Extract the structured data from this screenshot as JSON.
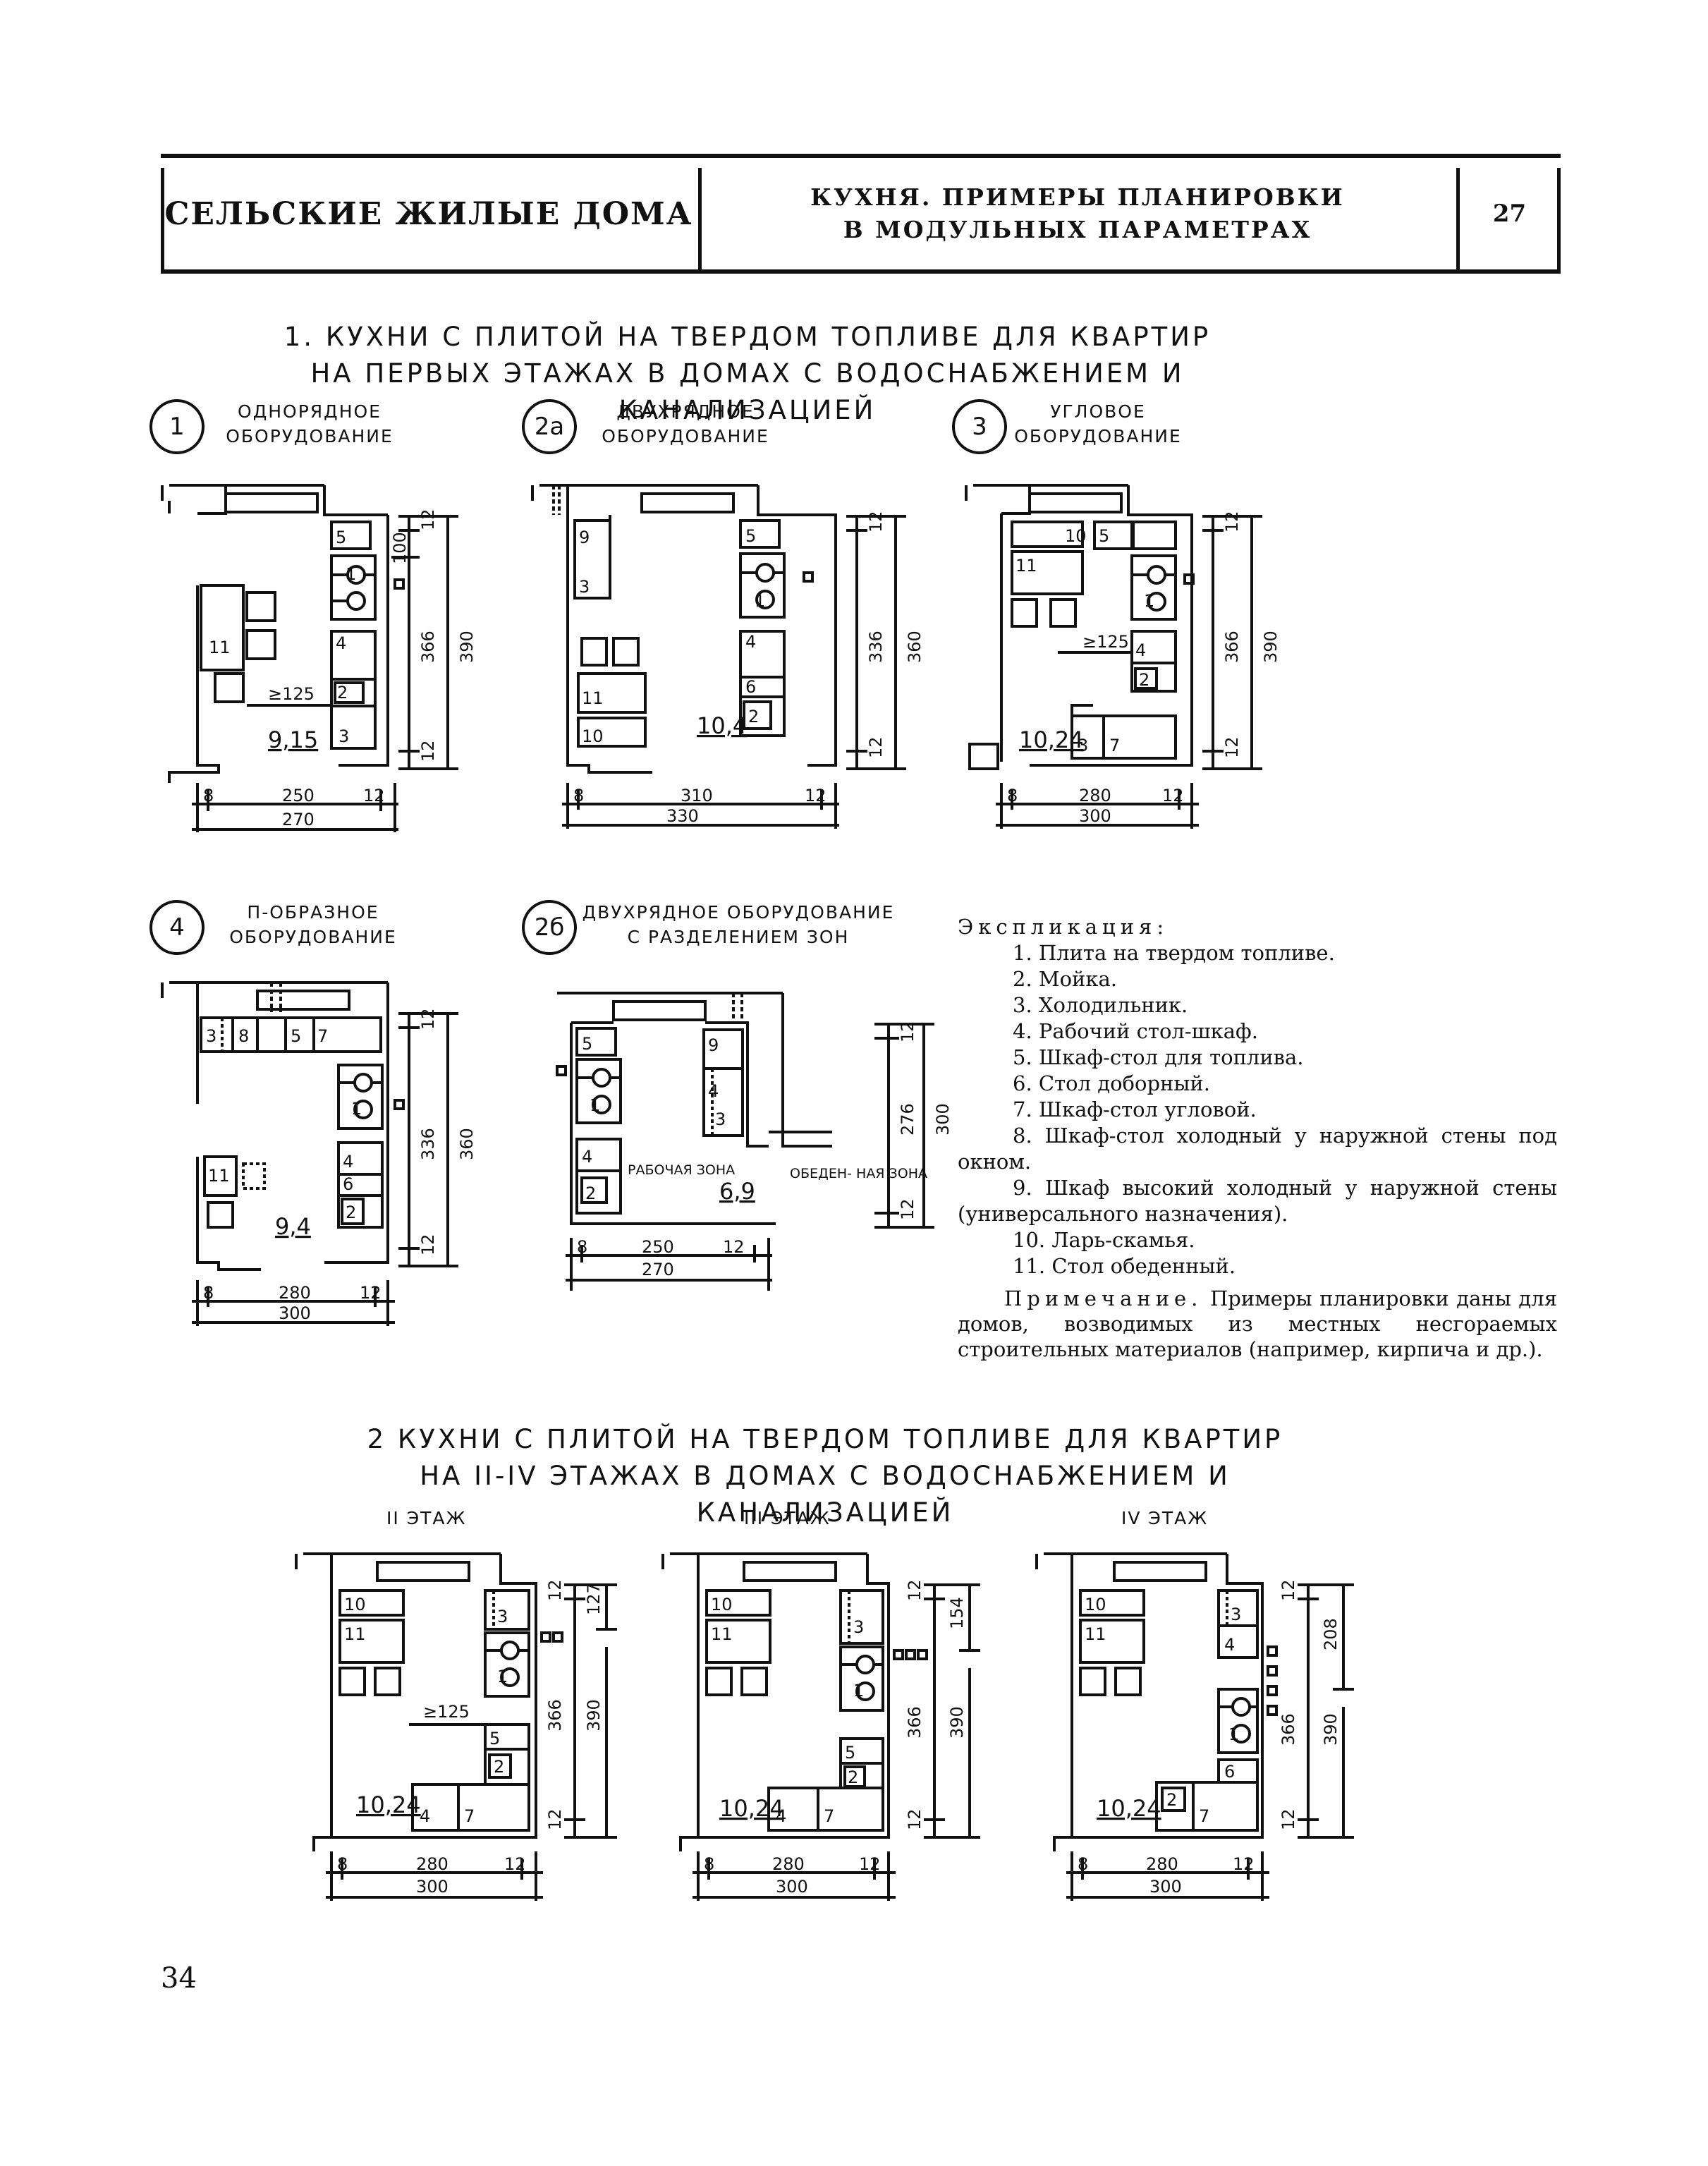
{
  "header": {
    "left": "СЕЛЬСКИЕ ЖИЛЫЕ ДОМА",
    "center_line1": "КУХНЯ. ПРИМЕРЫ ПЛАНИРОВКИ",
    "center_line2": "В МОДУЛЬНЫХ ПАРАМЕТРАХ",
    "right": "27"
  },
  "section1": {
    "line1": "1. КУХНИ С ПЛИТОЙ НА ТВЕРДОМ ТОПЛИВЕ ДЛЯ КВАРТИР",
    "line2": "НА ПЕРВЫХ ЭТАЖАХ В ДОМАХ С ВОДОСНАБЖЕНИЕМ И КАНАЛИЗАЦИЕЙ"
  },
  "variants": [
    {
      "num": "1",
      "cap1": "ОДНОРЯДНОЕ",
      "cap2": "ОБОРУДОВАНИЕ",
      "area": "9,15",
      "w1": "8",
      "w2": "250",
      "w3": "12",
      "w4": "270",
      "h1": "12",
      "h2": "366",
      "h3": "12",
      "h4": "390",
      "h5": "100"
    },
    {
      "num": "2а",
      "cap1": "ДВУХРЯДНОЕ",
      "cap2": "ОБОРУДОВАНИЕ",
      "area": "10,4",
      "w1": "8",
      "w2": "310",
      "w3": "12",
      "w4": "330",
      "h1": "12",
      "h2": "336",
      "h3": "12",
      "h4": "360"
    },
    {
      "num": "3",
      "cap1": "УГЛОВОЕ",
      "cap2": "ОБОРУДОВАНИЕ",
      "area": "10,24",
      "w1": "8",
      "w2": "280",
      "w3": "12",
      "w4": "300",
      "h1": "12",
      "h2": "366",
      "h3": "12",
      "h4": "390"
    },
    {
      "num": "4",
      "cap1": "П-ОБРАЗНОЕ",
      "cap2": "ОБОРУДОВАНИЕ",
      "area": "9,4",
      "w1": "8",
      "w2": "280",
      "w3": "12",
      "w4": "300",
      "h1": "12",
      "h2": "336",
      "h3": "12",
      "h4": "360"
    },
    {
      "num": "2б",
      "cap1": "ДВУХРЯДНОЕ ОБОРУДОВАНИЕ",
      "cap2": "С РАЗДЕЛЕНИЕМ ЗОН",
      "area": "6,9",
      "w1": "8",
      "w2": "250",
      "w3": "12",
      "w4": "270",
      "h1": "12",
      "h2": "276",
      "h3": "12",
      "h4": "300",
      "zone_work": "РАБОЧАЯ ЗОНА",
      "zone_dining": "ОБЕДЕН- НАЯ ЗОНА"
    }
  ],
  "clearance": "≥125",
  "legend": {
    "title": "Экспликация:",
    "items": [
      "1. Плита на твердом топливе.",
      "2. Мойка.",
      "3. Холодильник.",
      "4. Рабочий стол-шкаф.",
      "5. Шкаф-стол для топлива.",
      "6. Стол доборный.",
      "7. Шкаф-стол угловой.",
      "8. Шкаф-стол холодный у наружной стены под окном.",
      "9. Шкаф высокий холодный у наружной стены (универсального назначения).",
      "10. Ларь-скамья.",
      "11. Стол обеденный."
    ]
  },
  "note": {
    "title": "Примечание.",
    "text": "Примеры планировки даны для домов, возводимых из местных несгораемых строительных материалов (например, кирпича и др.)."
  },
  "section2": {
    "line1": "2 КУХНИ С ПЛИТОЙ НА ТВЕРДОМ ТОПЛИВЕ ДЛЯ КВАРТИР",
    "line2": "НА II-IV ЭТАЖАХ В ДОМАХ С ВОДОСНАБЖЕНИЕМ И КАНАЛИЗАЦИЕЙ"
  },
  "floors": [
    {
      "label": "II ЭТАЖ",
      "area": "10,24",
      "w1": "8",
      "w2": "280",
      "w3": "12",
      "w4": "300",
      "h1": "12",
      "h2": "366",
      "h3": "12",
      "h4": "390",
      "hx": "127"
    },
    {
      "label": "III ЭТАЖ",
      "area": "10,24",
      "w1": "8",
      "w2": "280",
      "w3": "12",
      "w4": "300",
      "h1": "12",
      "h2": "366",
      "h3": "12",
      "h4": "390",
      "hx": "154"
    },
    {
      "label": "IV ЭТАЖ",
      "area": "10,24",
      "w1": "8",
      "w2": "280",
      "w3": "12",
      "w4": "300",
      "h1": "12",
      "h2": "366",
      "h3": "12",
      "h4": "390",
      "hx": "208"
    }
  ],
  "page_number": "34"
}
